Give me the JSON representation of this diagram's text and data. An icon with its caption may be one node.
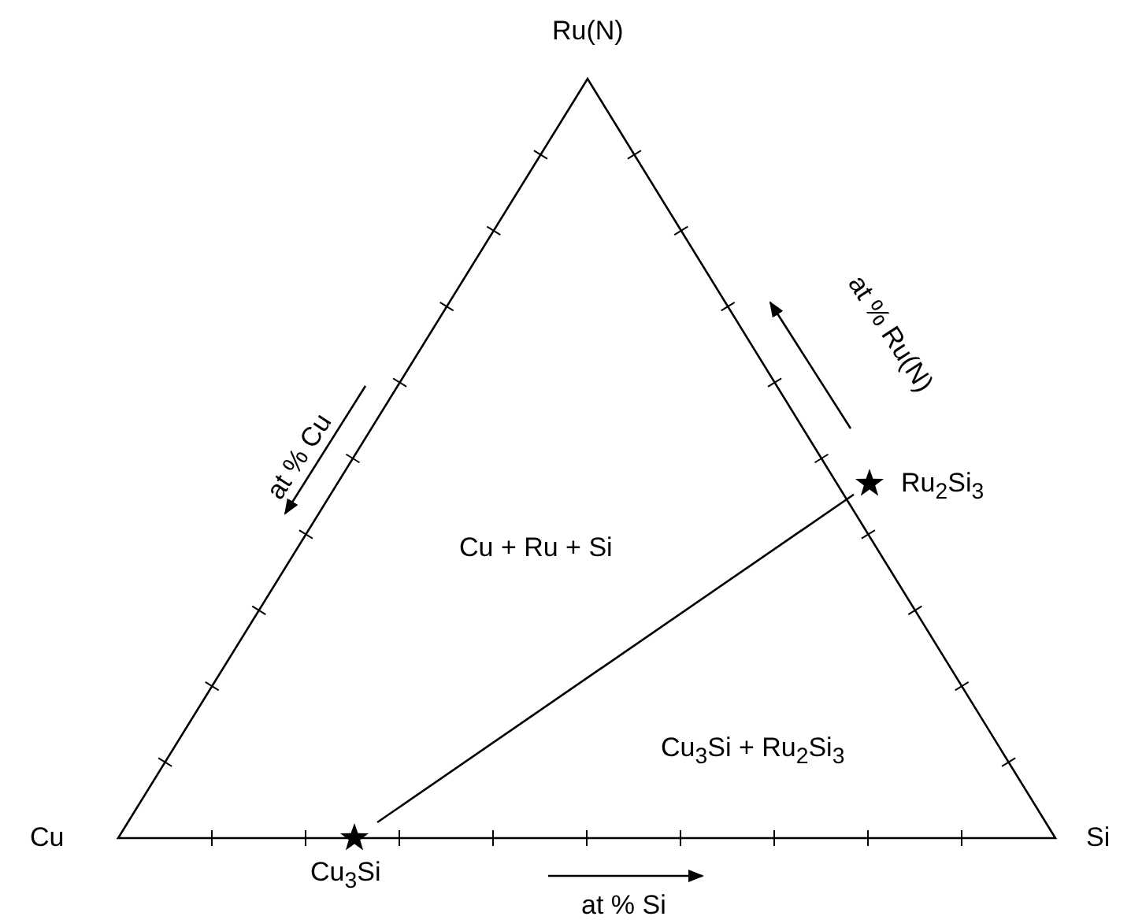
{
  "diagram": {
    "nodes": [
      {
        "text": [
          "Ru$_{2}$Si$_{3}$"
        ]
      },
      {
        "text": [
          "Cu$_{3}$Si"
        ]
      }
    ],
    "edges": [
      {
        "from": 1,
        "to": 0,
        "arrow": "none"
      }
    ],
    "labels": [
      "Ru(N)",
      "at % Ru(N)",
      "at % Cu",
      "Cu + Ru + Si",
      "Cu$_{3}$Si + Ru$_{2}$Si$_{3}$",
      "Cu",
      "Si",
      "at % Si"
    ]
  }
}
